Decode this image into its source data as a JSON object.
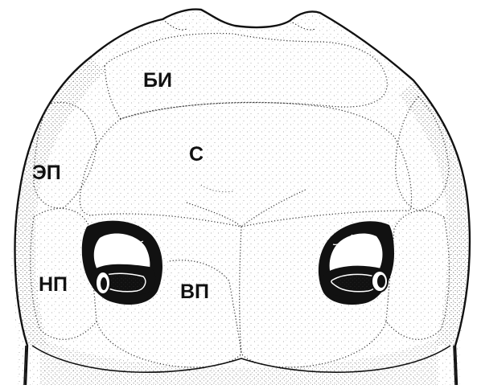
{
  "labels": {
    "bi": "БИ",
    "s": "С",
    "ep": "ЭП",
    "np": "НП",
    "vp": "ВП"
  },
  "colors": {
    "ink": "#111111",
    "paper": "#ffffff",
    "stipple": "#3a3a3a"
  }
}
